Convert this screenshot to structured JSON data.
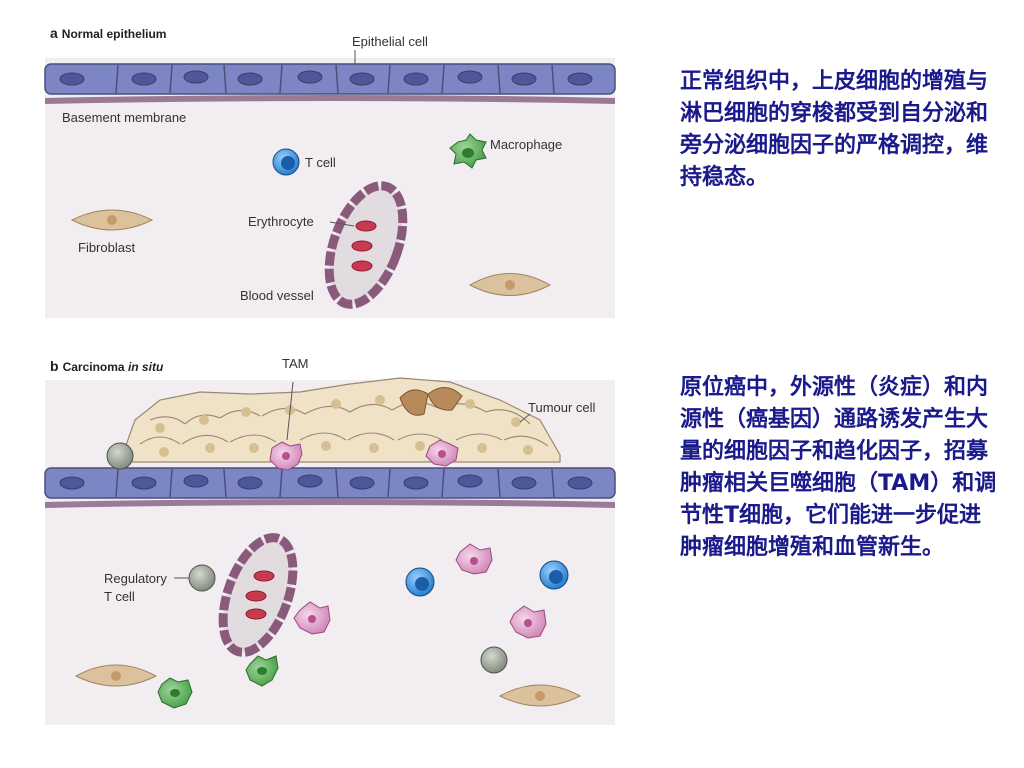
{
  "panel_a": {
    "letter": "a",
    "title": "Normal epithelium",
    "labels": {
      "epithelial_cell": "Epithelial cell",
      "basement_membrane": "Basement membrane",
      "t_cell": "T cell",
      "macrophage": "Macrophage",
      "erythrocyte": "Erythrocyte",
      "fibroblast": "Fibroblast",
      "blood_vessel": "Blood vessel"
    }
  },
  "panel_b": {
    "letter": "b",
    "title_plain": "Carcinoma",
    "title_italic": "in situ",
    "labels": {
      "tam": "TAM",
      "tumour_cell": "Tumour cell",
      "regulatory_t_cell_1": "Regulatory",
      "regulatory_t_cell_2": "T cell"
    }
  },
  "text_a": "正常组织中，上皮细胞的增殖与淋巴细胞的穿梭都受到自分泌和旁分泌细胞因子的严格调控，维持稳态。",
  "text_b": "原位癌中，外源性（炎症）和内源性（癌基因）通路诱发产生大量的细胞因子和趋化因子，招募肿瘤相关巨噬细胞（TAM）和调节性T细胞，它们能进一步促进肿瘤细胞增殖和血管新生。",
  "colors": {
    "panel_bg": "#f1edf0",
    "epithelium": "#7d86c4",
    "membrane": "#9a7a96",
    "t_cell": "#1f78c8",
    "macrophage": "#3f9a3f",
    "tam": "#d99ac4",
    "fibroblast": "#dcc29c",
    "vessel": "#8a5a7d",
    "erythrocyte": "#c83a50",
    "tumour": "#efe2c6",
    "regulatory": "#8e9487",
    "text": "#1a1a8c"
  }
}
